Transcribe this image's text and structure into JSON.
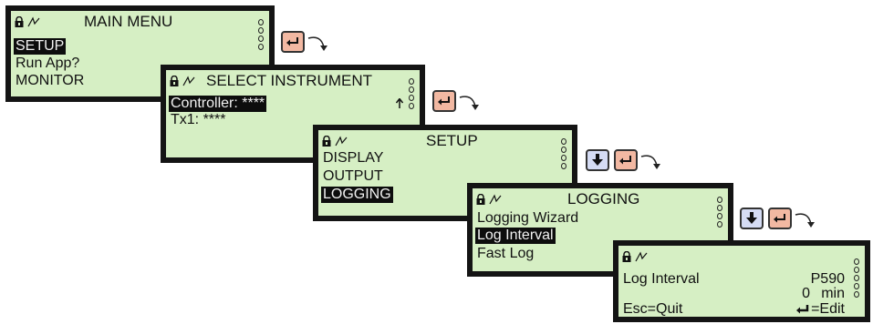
{
  "screens": {
    "main_menu": {
      "title": "MAIN MENU",
      "items": [
        "SETUP",
        "Run App?",
        "MONITOR"
      ]
    },
    "select_instrument": {
      "title": "SELECT INSTRUMENT",
      "items": [
        "Controller: ****",
        "Tx1: ****"
      ]
    },
    "setup": {
      "title": "SETUP",
      "items": [
        "DISPLAY",
        "OUTPUT",
        "LOGGING"
      ]
    },
    "logging": {
      "title": "LOGGING",
      "items": [
        "Logging Wizard",
        "Log Interval",
        "Fast Log"
      ]
    },
    "log_interval": {
      "label": "Log Interval",
      "code": "P590",
      "value": "0",
      "unit": "min",
      "esc_hint": "Esc=Quit",
      "edit_hint": "=Edit"
    }
  },
  "icons": {
    "lock": "lock-icon",
    "signal": "signal-wave-icon",
    "enter": "enter-key-icon",
    "down": "down-arrow-key-icon",
    "scroll_up": "up-arrow-icon"
  },
  "colors": {
    "lcd_background": "#d6efc4",
    "bezel": "#141414",
    "enter_key": "#f2b8a2",
    "down_key": "#d5dcf4",
    "selection": "#0d0d0d"
  }
}
